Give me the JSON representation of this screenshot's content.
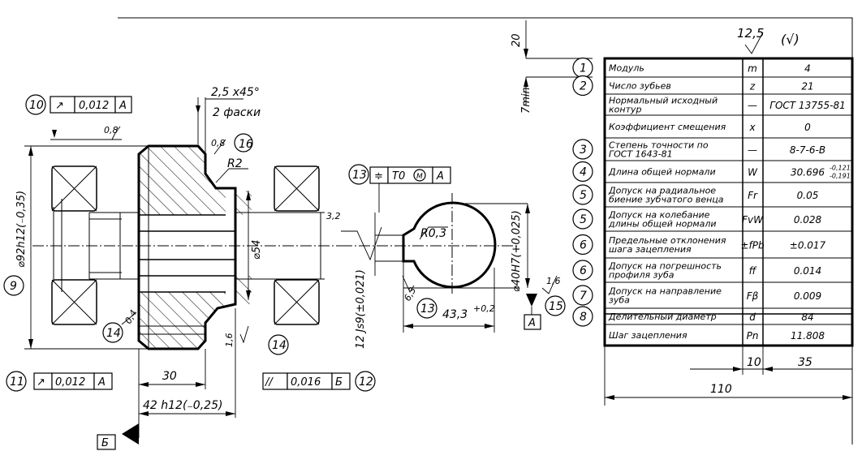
{
  "roughness": {
    "general": "12,5",
    "general_paren": "(√)",
    "r1": "0,8",
    "r2": "0,8",
    "r3": "3,2",
    "r4": "6,3",
    "r5": "1,6",
    "r6": "1,6"
  },
  "dims": {
    "chamfer": "2,5 x45°",
    "chamfer_note": "2 фаски",
    "radius_r2": "R2",
    "radius_r03": "R0,3",
    "diam_outer": "⌀92h12(₋0,35)",
    "diam_54": "⌀54",
    "diam_bore": "⌀40H7(+0,025)",
    "keyway_width": "12 Js9(±0,021)",
    "keyway_depth": "43,3",
    "keyway_depth_tol": "+0,2",
    "len_30": "30",
    "len_42": "42 h12(₋0,25)",
    "dim_04": "0,4",
    "dim_20": "20",
    "dim_7min": "7min",
    "dim_110": "110",
    "dim_10": "10",
    "dim_35": "35"
  },
  "callouts": [
    "1",
    "2",
    "3",
    "4",
    "5",
    "5",
    "6",
    "6",
    "7",
    "8",
    "9",
    "10",
    "11",
    "12",
    "13",
    "13",
    "14",
    "14",
    "15",
    "16"
  ],
  "tolerance_frames": {
    "f10": {
      "num": "10",
      "sym": "↗",
      "val": "0,012",
      "base": "A"
    },
    "f11": {
      "num": "11",
      "sym": "↗",
      "val": "0,012",
      "base": "A"
    },
    "f12": {
      "num": "12",
      "sym": "//",
      "val": "0,016",
      "base": "Б"
    },
    "f13": {
      "num": "13",
      "sym": "≑",
      "val": "T0",
      "mod": "M",
      "base": "A"
    }
  },
  "datums": {
    "a_bore": "A",
    "b_face": "Б"
  },
  "table": [
    {
      "n": "1",
      "name": "Модуль",
      "sym": "m",
      "val": "4"
    },
    {
      "n": "2",
      "name": "Число зубьев",
      "sym": "z",
      "val": "21"
    },
    {
      "n": "",
      "name": "Нормальный исходный контур",
      "sym": "—",
      "val": "ГОСТ 13755-81"
    },
    {
      "n": "",
      "name": "Коэффициент смещения",
      "sym": "x",
      "val": "0"
    },
    {
      "n": "3",
      "name": "Степень точности по ГОСТ 1643-81",
      "sym": "—",
      "val": "8-7-6-B"
    },
    {
      "n": "4",
      "name": "Длина общей нормали",
      "sym": "W",
      "val": "30.696",
      "tol_top": "-0,121",
      "tol_bot": "-0,191"
    },
    {
      "n": "5",
      "name": "Допуск на радиальное биение зубчатого венца",
      "sym": "Fr",
      "val": "0.05"
    },
    {
      "n": "5",
      "name": "Допуск на колебание длины общей нормали",
      "sym": "FvW",
      "val": "0.028"
    },
    {
      "n": "6",
      "name": "Предельные отклонения шага зацепления",
      "sym": "±fPb",
      "val": "±0.017"
    },
    {
      "n": "6",
      "name": "Допуск на погрешность профиля зуба",
      "sym": "ff",
      "val": "0.014"
    },
    {
      "n": "7",
      "name": "Допуск на направление зуба",
      "sym": "Fβ",
      "val": "0.009"
    },
    {
      "n": "8",
      "name": "Делительный диаметр",
      "sym": "d",
      "val": "84"
    },
    {
      "n": "",
      "name": "Шаг зацепления",
      "sym": "Pn",
      "val": "11.808"
    }
  ]
}
